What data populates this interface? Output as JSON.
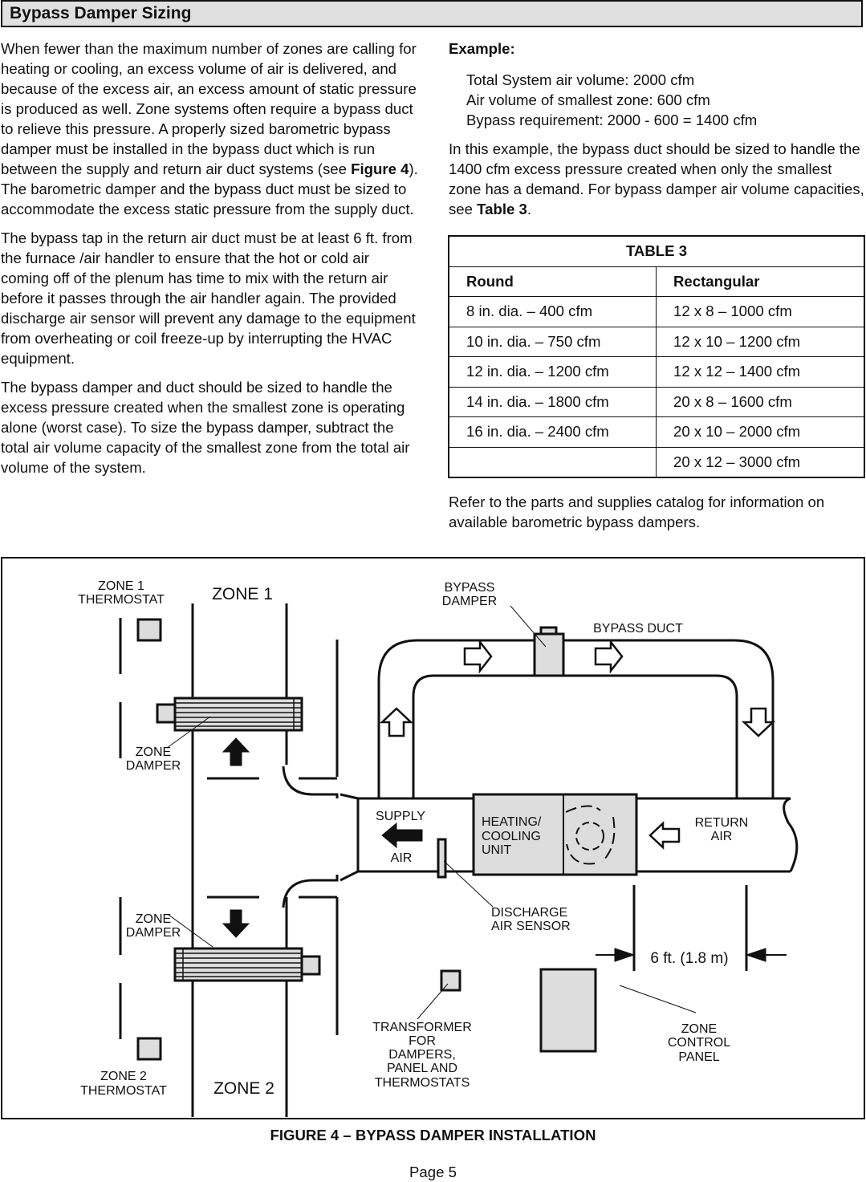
{
  "section_title": "Bypass Damper Sizing",
  "left_paragraphs": {
    "p1_a": "When fewer than the maximum number of zones are calling for heating or cooling, an excess volume of air is delivered, and because of the excess air, an excess amount of static pressure is produced as well. Zone systems often require a bypass duct to relieve this pressure. A properly sized barometric bypass damper must be installed in the bypass duct which is run between the supply and return air duct systems (see ",
    "p1_ref": "Figure 4",
    "p1_b": "). The barometric damper and the bypass duct must be sized to accommodate the excess static pressure from the supply duct.",
    "p2": "The bypass tap in the return air duct must be at least 6 ft. from the furnace /air handler to ensure that the hot or cold air coming off of the plenum has time to mix with the return air before it passes through the air handler again. The provided discharge air sensor will prevent any damage to the equipment from overheating or coil freeze-up by interrupting the HVAC equipment.",
    "p3": "The bypass damper and duct should be sized to handle the excess pressure created when the smallest zone is operating alone (worst case). To size the bypass damper, subtract the total air volume capacity of the smallest zone from the total air volume of the system."
  },
  "example": {
    "heading": "Example:",
    "line1": "Total System air volume: 2000 cfm",
    "line2": "Air volume of smallest zone: 600 cfm",
    "line3": "Bypass requirement: 2000 - 600 = 1400 cfm",
    "para_a": "In this example, the bypass duct should be sized to handle the 1400 cfm excess pressure created when only the smallest zone has a demand. For bypass damper air volume capacities, see ",
    "para_ref": "Table 3",
    "para_b": "."
  },
  "table3": {
    "title": "TABLE 3",
    "headers": [
      "Round",
      "Rectangular"
    ],
    "rows": [
      [
        "8 in. dia. – 400 cfm",
        "12 x 8 – 1000 cfm"
      ],
      [
        "10 in. dia. – 750 cfm",
        "12 x 10 – 1200 cfm"
      ],
      [
        "12 in. dia. – 1200 cfm",
        "12 x 12 – 1400 cfm"
      ],
      [
        "14 in. dia. – 1800 cfm",
        "20 x 8 – 1600 cfm"
      ],
      [
        "16 in. dia. – 2400 cfm",
        "20 x 10 – 2000 cfm"
      ],
      [
        "",
        "20 x 12 – 3000 cfm"
      ]
    ]
  },
  "refer_text": "Refer to the parts and supplies catalog for information on available barometric bypass dampers.",
  "figure": {
    "zone1_thermostat": [
      "ZONE 1",
      "THERMOSTAT"
    ],
    "zone1": "ZONE 1",
    "zone2_thermostat": [
      "ZONE 2",
      "THERMOSTAT"
    ],
    "zone2": "ZONE 2",
    "zone_damper": [
      "ZONE",
      "DAMPER"
    ],
    "bypass_damper": [
      "BYPASS",
      "DAMPER"
    ],
    "bypass_duct": "BYPASS DUCT",
    "supply": "SUPPLY",
    "air": "AIR",
    "unit": [
      "HEATING/",
      "COOLING",
      "UNIT"
    ],
    "return_air": [
      "RETURN",
      "AIR"
    ],
    "discharge_sensor": [
      "DISCHARGE",
      "AIR SENSOR"
    ],
    "distance": "6 ft. (1.8 m)",
    "transformer": [
      "TRANSFORMER",
      "FOR",
      "DAMPERS,",
      "PANEL AND",
      "THERMOSTATS"
    ],
    "zone_control_panel": [
      "ZONE",
      "CONTROL",
      "PANEL"
    ]
  },
  "caption": "FIGURE 4 – BYPASS DAMPER INSTALLATION",
  "page": "Page 5"
}
